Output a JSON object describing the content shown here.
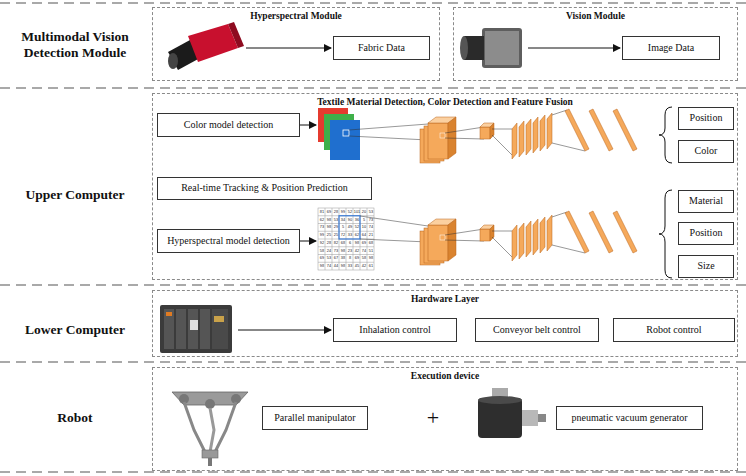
{
  "diagram": {
    "nodes": [
      {
        "text": [
          "Hyperspectral Module"
        ]
      },
      {
        "text": [
          "Fabric Data"
        ],
        "in": 0
      },
      {
        "text": [
          "Vision Module"
        ]
      },
      {
        "text": [
          "Image Data"
        ],
        "in": 2
      },
      {
        "text": [
          "Textile Material Detection, Color Detection and Feature Fusion"
        ]
      },
      {
        "text": [
          "Color model detection"
        ],
        "in": 4
      },
      {
        "text": [
          "Position"
        ],
        "in": 4
      },
      {
        "text": [
          "Color"
        ],
        "in": 4
      },
      {
        "text": [
          "Real-time Tracking & Position Prediction"
        ],
        "in": 4
      },
      {
        "text": [
          "Hyperspectral model detection"
        ],
        "in": 4
      },
      {
        "text": [
          "Material"
        ],
        "in": 4
      },
      {
        "text": [
          "Position"
        ],
        "in": 4
      },
      {
        "text": [
          "Size"
        ],
        "in": 4
      },
      {
        "text": [
          "Hardware Layer"
        ]
      },
      {
        "text": [
          "Inhalation control"
        ],
        "in": 13
      },
      {
        "text": [
          "Conveyor belt control"
        ],
        "in": 13
      },
      {
        "text": [
          "Robot control"
        ],
        "in": 13
      },
      {
        "text": [
          "Execution device"
        ]
      },
      {
        "text": [
          "Parallel manipulator"
        ],
        "in": 17
      },
      {
        "text": [
          "pneumatic vacuum generator"
        ],
        "in": 17
      }
    ],
    "labels": [
      "Multimodal Vision Detection Module",
      "Upper Computer",
      "Lower Computer",
      "Robot",
      "+",
      "81",
      "69",
      "28",
      "99",
      "52",
      "101",
      "20",
      "53",
      "62",
      "98",
      "53",
      "34",
      "90",
      "36",
      "5",
      "73",
      "73",
      "98",
      "29",
      "5",
      "49",
      "52",
      "10",
      "74",
      "99",
      "25",
      "25",
      "72",
      "33",
      "62",
      "64",
      "21",
      "92",
      "28",
      "82",
      "68",
      "6",
      "98",
      "69",
      "68",
      "58",
      "24",
      "73",
      "98",
      "23",
      "42",
      "74",
      "51",
      "69",
      "53",
      "67",
      "38",
      "8",
      "69",
      "58",
      "98",
      "98",
      "74",
      "44",
      "98",
      "33",
      "45",
      "42",
      "61"
    ]
  }
}
